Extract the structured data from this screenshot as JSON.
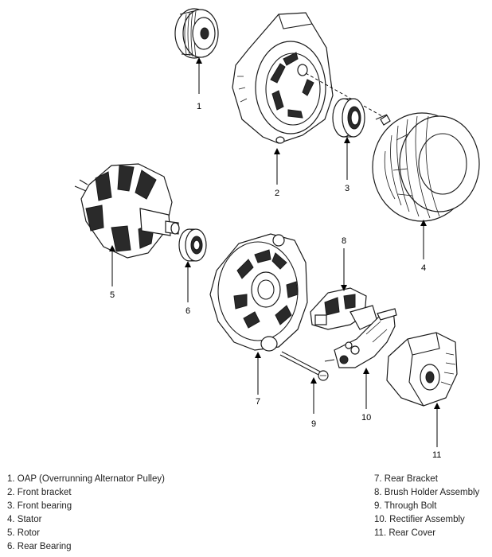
{
  "callouts": [
    "1",
    "2",
    "3",
    "4",
    "5",
    "6",
    "7",
    "8",
    "9",
    "10",
    "11"
  ],
  "legend": {
    "left": [
      "1. OAP (Overrunning Alternator Pulley)",
      "2. Front bracket",
      "3. Front bearing",
      "4. Stator",
      "5. Rotor",
      "6. Rear Bearing"
    ],
    "right": [
      "7. Rear Bracket",
      "8. Brush Holder Assembly",
      "9. Through Bolt",
      "10. Rectifier Assembly",
      "11. Rear Cover"
    ]
  }
}
